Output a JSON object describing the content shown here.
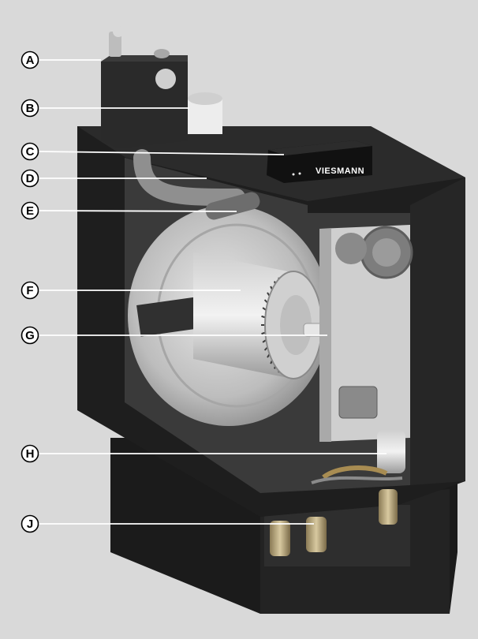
{
  "brand": "VIESMANN",
  "callouts": [
    {
      "letter": "A"
    },
    {
      "letter": "B"
    },
    {
      "letter": "C"
    },
    {
      "letter": "D"
    },
    {
      "letter": "E"
    },
    {
      "letter": "F"
    },
    {
      "letter": "G"
    },
    {
      "letter": "H"
    },
    {
      "letter": "J"
    }
  ],
  "colors": {
    "background": "#d9d9d9",
    "casing": "#1e1e1e",
    "interior": "#3a3a3a",
    "drum": "#bdbdbd",
    "leader": "#ffffff"
  }
}
